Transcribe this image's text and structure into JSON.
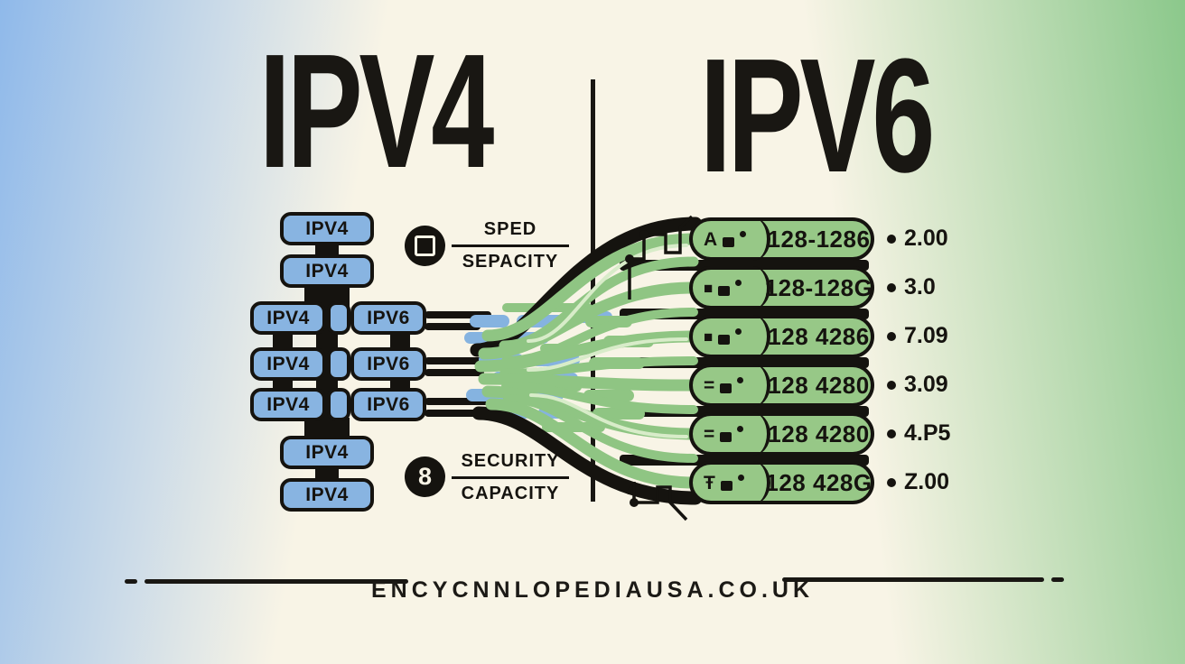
{
  "titles": {
    "left": "IPV4",
    "right": "IPV6"
  },
  "left_stack": {
    "top": [
      "IPV4",
      "IPV4"
    ],
    "pairs": [
      {
        "left": "IPV4",
        "right": "IPV6"
      },
      {
        "left": "IPV4",
        "right": "IPV6"
      },
      {
        "left": "IPV4",
        "right": "IPV6"
      }
    ],
    "bottom": [
      "IPV4",
      "IPV4"
    ]
  },
  "callouts": [
    {
      "icon": "square-outline-icon",
      "top": "SPED",
      "bottom": "SEPACITY"
    },
    {
      "icon": "number-8-badge",
      "badge": "8",
      "top": "SECURITY",
      "bottom": "CAPACITY"
    }
  ],
  "ipv6_rows": [
    {
      "glyph": "A",
      "address": "128-1286",
      "value": "2.00"
    },
    {
      "glyph": "■",
      "address": "128-128G",
      "value": "3.0"
    },
    {
      "glyph": "■",
      "address": "128 4286",
      "value": "7.09"
    },
    {
      "glyph": "=",
      "address": "128 4280",
      "value": "3.09"
    },
    {
      "glyph": "=",
      "address": "128 4280",
      "value": "4.P5"
    },
    {
      "glyph": "Ŧ",
      "address": "128 428G",
      "value": "Z.00"
    }
  ],
  "footer": {
    "site": "ENCYCNNLOPEDIAUSA.CO.UK"
  },
  "colors": {
    "corner_blue": "#8fb9ea",
    "corner_green": "#8bc88b",
    "background_cream": "#f8f4e6",
    "pill_blue": "#88b4e1",
    "pill_green": "#97c887",
    "ink": "#15130f"
  }
}
